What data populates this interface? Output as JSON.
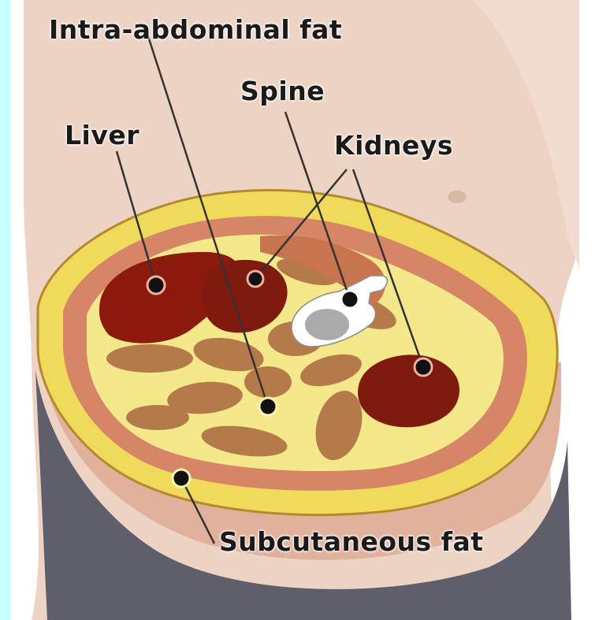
{
  "labels": {
    "intra_abdominal_fat": "Intra-abdominal fat",
    "spine": "Spine",
    "liver": "Liver",
    "kidneys": "Kidneys",
    "subcutaneous_fat": "Subcutaneous fat"
  },
  "colors": {
    "background": "#c8ffff",
    "skin": "#e8c9b8",
    "clothing": "#5b5b66",
    "subcutaneous_fat": "#f2e26a",
    "muscle": "#d9876a",
    "organ_dark": "#8b1a0c",
    "intestine": "#b87a4b",
    "spine": "#ffffff"
  }
}
